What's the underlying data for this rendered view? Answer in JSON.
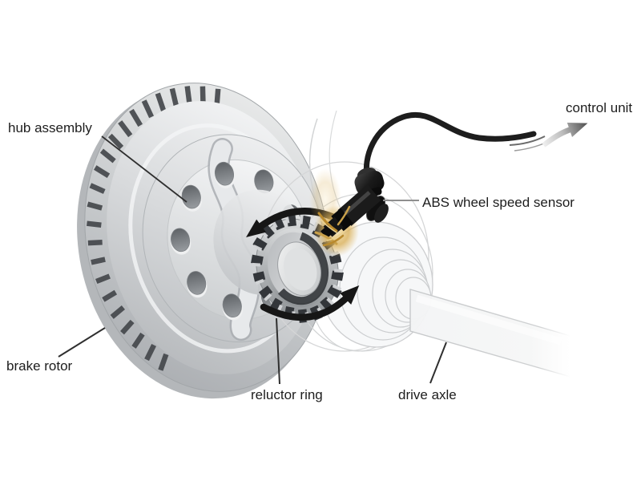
{
  "figure": {
    "background": "#ffffff",
    "labels": {
      "hub_assembly": "hub assembly",
      "control_unit": "control unit",
      "abs_wheel_speed_sensor": "ABS wheel speed sensor",
      "brake_rotor": "brake rotor",
      "reluctor_ring": "reluctor ring",
      "drive_axle": "drive axle"
    },
    "icons": {
      "rotation_arrow_upper": "curved-rotation-arrow-icon",
      "rotation_arrow_lower": "curved-rotation-arrow-icon",
      "flow_arrow_to_control_unit": "tapered-gradient-arrow-icon"
    },
    "colors": {
      "label_text": "#1d1d1d",
      "leader_line": "#2f2f2f",
      "sensor_leader_line": "#8f8f8f",
      "rotor_metal_light": "#f5f6f7",
      "rotor_metal_dark": "#b2b5b9",
      "vent_slot": "#45484c",
      "gear_teeth": "#33363a",
      "sensor_body": "#141414",
      "cable": "#1d1d1d",
      "spark_gold": "#c9a04a",
      "rotation_arrow": "#161616",
      "flow_arrow_head": "#4e4e4e"
    }
  }
}
